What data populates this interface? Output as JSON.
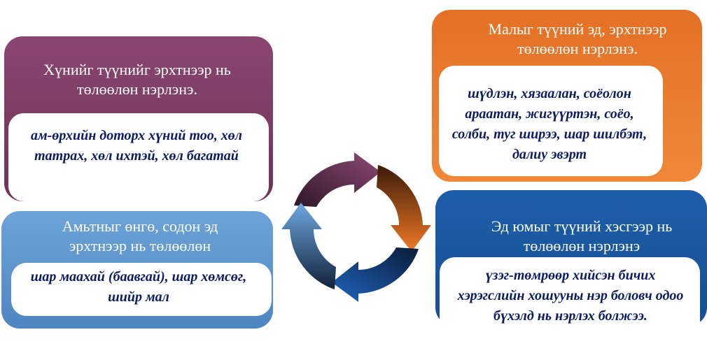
{
  "colors": {
    "purple": "#7a3a60",
    "orange": "#e8792c",
    "light_blue": "#5b93cc",
    "dark_blue": "#1c5aa6",
    "text_navy": "#0b1c63"
  },
  "cards": {
    "top_left": {
      "title": "Хүнийг түүнийг эрхтнээр нь төлөөлөн нэрлэнэ.",
      "body": "ам-өрхийн доторх хүний тоо, хөл татрах, хөл ихтэй, хөл багатай"
    },
    "top_right": {
      "title": "Малыг түүний эд, эрхтнээр төлөөлөн нэрлэнэ.",
      "body": "шүдлэн, хязаалан, соёолон араатан, жигүүртэн, соёо, солби, туг ширээ, шар шилбэт, далиу эвэрт"
    },
    "bottom_left": {
      "title": "Амьтныг өнгө, содон эд эрхтнээр нь төлөөлөн",
      "body": "шар маахай (баавгай), шар хөмсөг, шийр мал"
    },
    "bottom_right": {
      "title": "Эд юмыг түүний хэсгээр нь төлөөлөн нэрлэнэ",
      "body": "үзэг-төмрөөр хийсэн бичих хэрэгслийн хошууны нэр боловч одоо бүхэлд нь нэрлэх болжээ."
    }
  }
}
